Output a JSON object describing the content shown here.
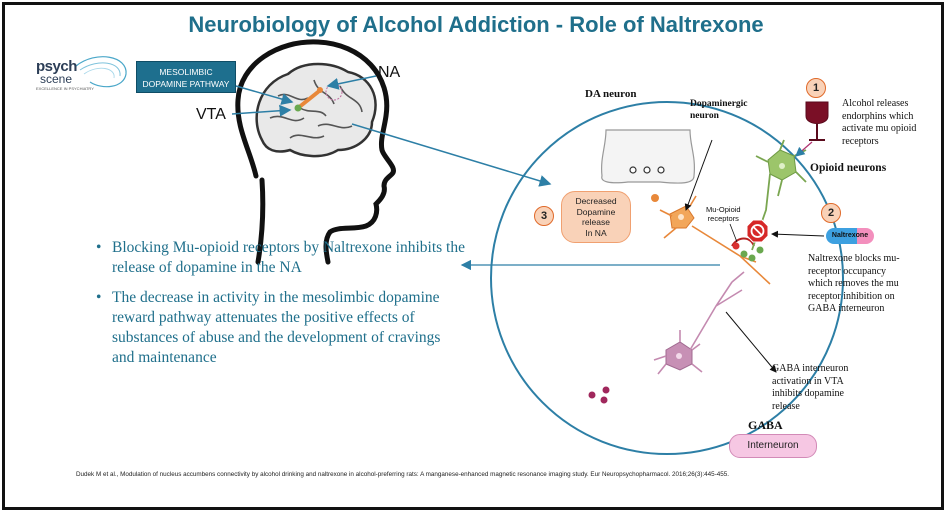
{
  "title": "Neurobiology of Alcohol Addiction - Role of Naltrexone",
  "logo": {
    "line1": "psych",
    "line2": "scene",
    "tagline": "EXCELLENCE IN PSYCHIATRY"
  },
  "brain": {
    "mesolimbic_label_1": "MESOLIMBIC",
    "mesolimbic_label_2": "DOPAMINE PATHWAY",
    "na_label": "NA",
    "vta_label": "VTA"
  },
  "bullets": [
    "Blocking Mu-opioid receptors by Naltrexone inhibits the release of dopamine in the NA",
    "The decrease in activity in the mesolimbic dopamine reward pathway attenuates the positive effects of substances of abuse and the development of cravings and maintenance"
  ],
  "circle": {
    "da_neuron": "DA neuron",
    "dopaminergic_1": "Dopaminergic",
    "dopaminergic_2": "neuron",
    "mu_opioid_1": "Mu-Opioid",
    "mu_opioid_2": "receptors",
    "decreased_1": "Decreased",
    "decreased_2": "Dopamine",
    "decreased_3": "release",
    "decreased_4": "In NA",
    "step3": "3",
    "gaba": "GABA",
    "interneuron": "Interneuron"
  },
  "steps": {
    "step1": "1",
    "step1_text_1": "Alcohol releases",
    "step1_text_2": "endorphins which",
    "step1_text_3": "activate mu opioid",
    "step1_text_4": "receptors",
    "opioid_neurons": "Opioid neurons",
    "step2": "2",
    "naltrexone": "Naltrexone",
    "step2_text_1": "Naltrexone blocks mu-",
    "step2_text_2": "receptor occupancy",
    "step2_text_3": "which removes the mu",
    "step2_text_4": "receptor inhibition on",
    "step2_text_5": "GABA interneuron",
    "gaba_text_1": "GABA interneuron",
    "gaba_text_2": "activation in VTA",
    "gaba_text_3": "inhibits dopamine",
    "gaba_text_4": "release"
  },
  "citation": "Dudek M et al., Modulation of nucleus accumbens connectivity by alcohol drinking and naltrexone in alcohol-preferring rats: A manganese-enhanced magnetic resonance imaging study. Eur Neuropsychopharmacol. 2016;26(3):445-455.",
  "colors": {
    "title": "#1f6f8b",
    "box": "#1e6f8e",
    "circle": "#2d7fa6",
    "accent": "#e06a2a",
    "pink": "#f6c7e3"
  }
}
